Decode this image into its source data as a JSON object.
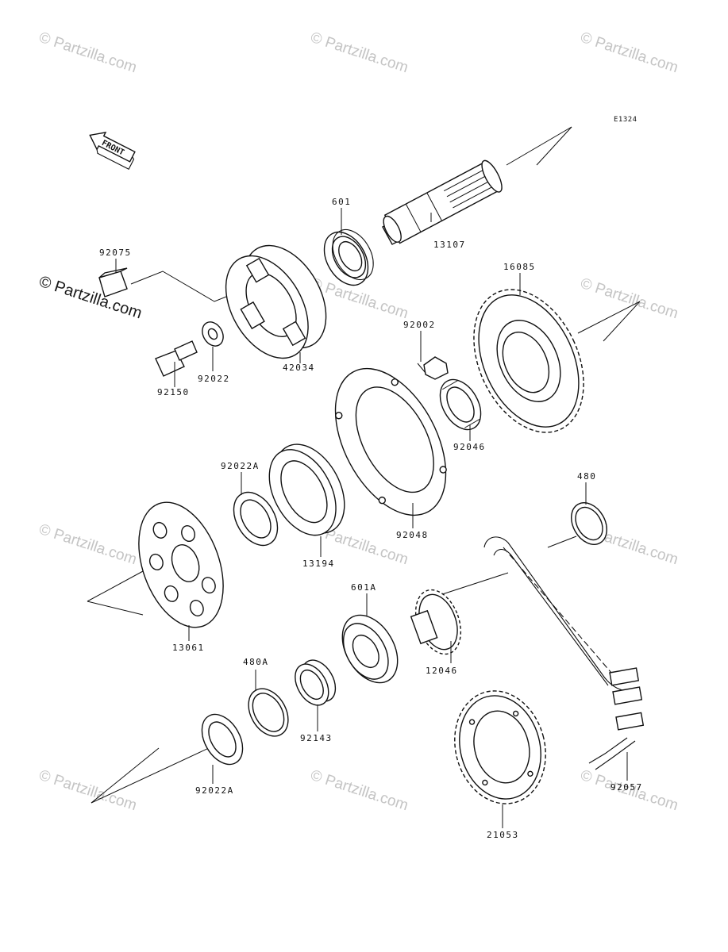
{
  "diagram": {
    "code": "E1324",
    "front_label": "FRONT"
  },
  "watermark": {
    "faint": "© Partzilla.com",
    "strong": "© Partzilla.com"
  },
  "parts": [
    {
      "id": "p601",
      "label": "601"
    },
    {
      "id": "p13107",
      "label": "13107"
    },
    {
      "id": "p92075",
      "label": "92075"
    },
    {
      "id": "p16085",
      "label": "16085"
    },
    {
      "id": "p92002",
      "label": "92002"
    },
    {
      "id": "p42034",
      "label": "42034"
    },
    {
      "id": "p92022",
      "label": "92022"
    },
    {
      "id": "p92150",
      "label": "92150"
    },
    {
      "id": "p92046",
      "label": "92046"
    },
    {
      "id": "p92022A_top",
      "label": "92022A"
    },
    {
      "id": "p480",
      "label": "480"
    },
    {
      "id": "p92048",
      "label": "92048"
    },
    {
      "id": "p13194",
      "label": "13194"
    },
    {
      "id": "p601A",
      "label": "601A"
    },
    {
      "id": "p13061",
      "label": "13061"
    },
    {
      "id": "p480A",
      "label": "480A"
    },
    {
      "id": "p12046",
      "label": "12046"
    },
    {
      "id": "p92143",
      "label": "92143"
    },
    {
      "id": "p92057",
      "label": "92057"
    },
    {
      "id": "p92022A_bottom",
      "label": "92022A"
    },
    {
      "id": "p21053",
      "label": "21053"
    }
  ]
}
